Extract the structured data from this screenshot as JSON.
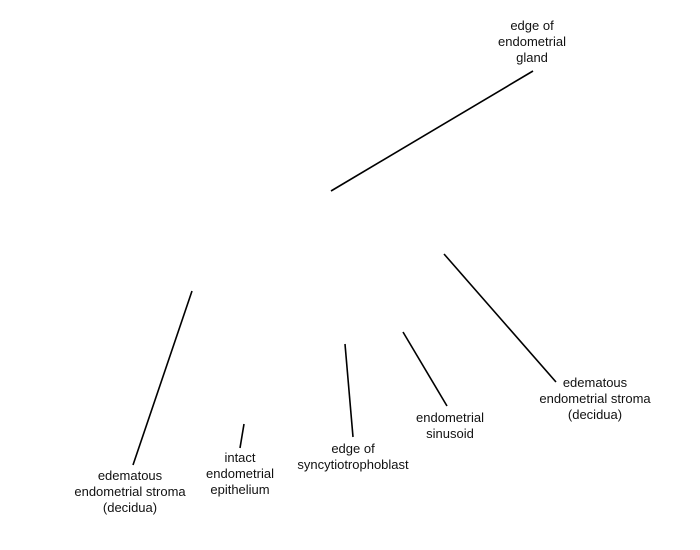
{
  "labels": {
    "gland": [
      "edge of",
      "endometrial",
      "gland"
    ],
    "stroma_left": [
      "edematous",
      "endometrial stroma",
      "(decidua)"
    ],
    "epithelium": [
      "intact",
      "endometrial",
      "epithelium"
    ],
    "syncytio": [
      "edge of",
      "syncytiotrophoblast"
    ],
    "sinusoid": [
      "endometrial",
      "sinusoid"
    ],
    "stroma_right": [
      "edematous",
      "endometrial stroma",
      "(decidua)"
    ]
  },
  "colors": {
    "line": "#000000",
    "text": "#111111",
    "background": "#ffffff"
  }
}
